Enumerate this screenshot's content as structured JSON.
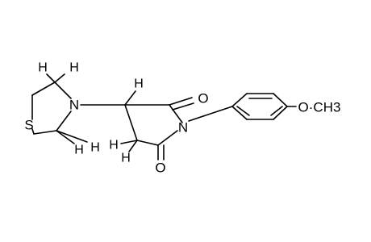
{
  "molecule": {
    "atoms": {
      "h_thio_top_left": "H",
      "h_thio_top_right": "H",
      "n_thiomorpholine": "N",
      "s_thiomorpholine": "S",
      "h_thio_bottom_left": "H",
      "h_thio_bottom_right": "H",
      "h_c3": "H",
      "o_top": "O",
      "n_imide": "N",
      "h_c4_left": "H",
      "h_c4_right": "H",
      "o_bottom": "O",
      "methoxy": "O·CH3"
    }
  }
}
